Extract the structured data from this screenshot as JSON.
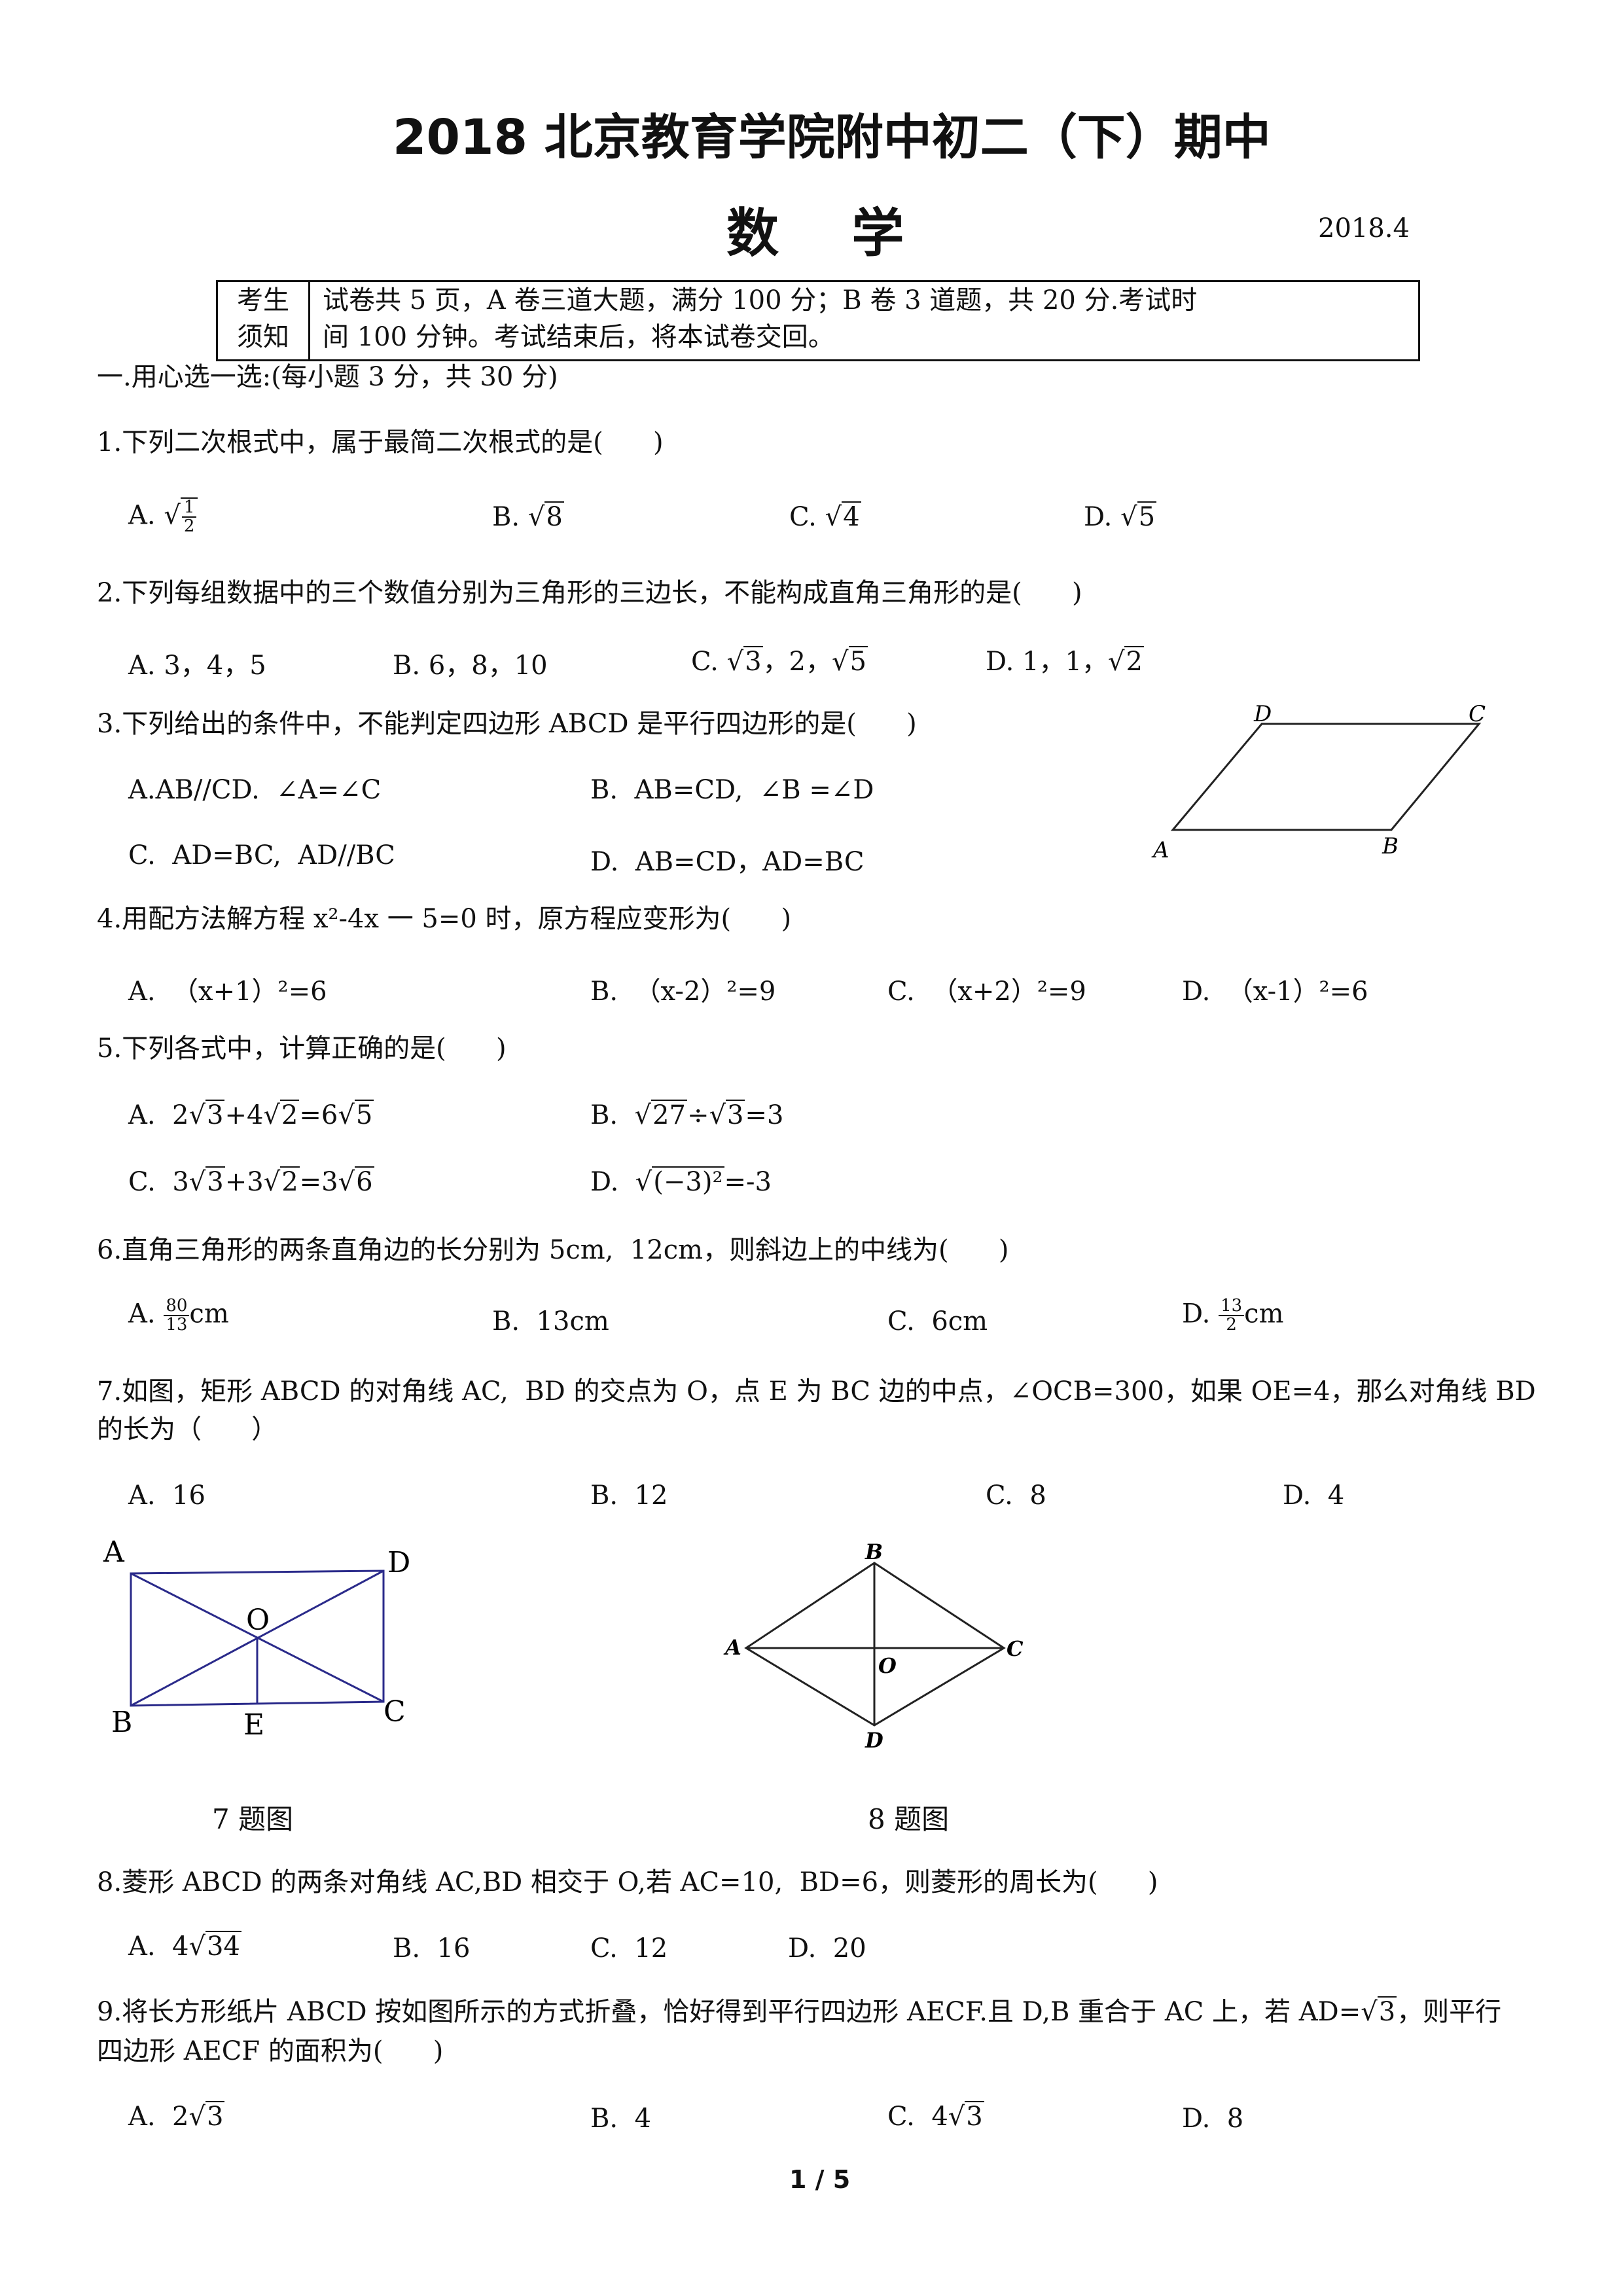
{
  "header": {
    "title": "2018 北京教育学院附中初二（下）期中",
    "subject": "数    学",
    "date": "2018.4"
  },
  "notice": {
    "label_line1": "考生",
    "label_line2": "须知",
    "text_line1": "试卷共 5 页，A 卷三道大题，满分 100 分；B 卷 3 道题，共 20 分.考试时",
    "text_line2": "间 100 分钟。考试结束后，将本试卷交回。"
  },
  "section1": {
    "heading": "一.用心选一选:(每小题 3 分，共 30 分)"
  },
  "questions": {
    "q1": {
      "stem": "1.下列二次根式中，属于最简二次根式的是(      )",
      "a_label": "A.",
      "a_num": "1",
      "a_den": "2",
      "b_label": "B.",
      "b_rad": "8",
      "c_label": "C.",
      "c_rad": "4",
      "d_label": "D.",
      "d_rad": "5"
    },
    "q2": {
      "stem": "2.下列每组数据中的三个数值分别为三角形的三边长，不能构成直角三角形的是(      )",
      "a": "A. 3，4，5",
      "b": "B. 6，8，10",
      "c_label": "C.",
      "c_rad1": "3",
      "c_mid": "，2，",
      "c_rad2": "5",
      "d_label": "D. 1，1，",
      "d_rad": "2"
    },
    "q3": {
      "stem": "3.下列给出的条件中，不能判定四边形 ABCD 是平行四边形的是(      )",
      "a": "A.AB//CD.  ∠A=∠C",
      "b": "B.  AB=CD,  ∠B =∠D",
      "c": "C.  AD=BC,  AD//BC",
      "d": "D.  AB=CD，AD=BC",
      "fig_A": "A",
      "fig_B": "B",
      "fig_C": "C",
      "fig_D": "D"
    },
    "q4": {
      "stem": "4.用配方法解方程 x²-4x 一 5=0 时，原方程应变形为(      )",
      "a": "A.  （x+1）²=6",
      "b": "B.  （x-2）²=9",
      "c": "C.  （x+2）²=9",
      "d": "D.  （x-1）²=6"
    },
    "q5": {
      "stem": "5.下列各式中，计算正确的是(      )",
      "a_pre": "A.  2",
      "a_r1": "3",
      "a_mid": "+4",
      "a_r2": "2",
      "a_eq": "=6",
      "a_r3": "5",
      "b_pre": "B.  ",
      "b_r1": "27",
      "b_mid": "÷",
      "b_r2": "3",
      "b_eq": "=3",
      "c_pre": "C.  3",
      "c_r1": "3",
      "c_mid": "+3",
      "c_r2": "2",
      "c_eq": "=3",
      "c_r3": "6",
      "d_pre": "D.  ",
      "d_r1": "(−3)²",
      "d_eq": "=-3"
    },
    "q6": {
      "stem": "6.直角三角形的两条直角边的长分别为 5cm,  12cm，则斜边上的中线为(      )",
      "a_label": "A.",
      "a_num": "80",
      "a_den": "13",
      "a_unit": "cm",
      "b": "B.  13cm",
      "c": "C.  6cm",
      "d_label": "D.",
      "d_num": "13",
      "d_den": "2",
      "d_unit": "cm"
    },
    "q7": {
      "stem1": "7.如图，矩形 ABCD 的对角线 AC,  BD 的交点为 O，点 E 为 BC 边的中点，∠OCB=300，如果 OE=4，那么对角线 BD",
      "stem2": "的长为（      ）",
      "a": "A.  16",
      "b": "B.  12",
      "c": "C.  8",
      "d": "D.  4",
      "fig_A": "A",
      "fig_B": "B",
      "fig_C": "C",
      "fig_D": "D",
      "fig_O": "O",
      "fig_E": "E",
      "caption": "7 题图"
    },
    "q8": {
      "fig_A": "A",
      "fig_B": "B",
      "fig_C": "C",
      "fig_D": "D",
      "fig_O": "O",
      "caption": "8 题图",
      "stem": "8.菱形 ABCD 的两条对角线 AC,BD 相交于 O,若 AC=10,  BD=6，则菱形的周长为(      )",
      "a_pre": "A.  4",
      "a_rad": "34",
      "b": "B.  16",
      "c": "C.  12",
      "d": "D.  20"
    },
    "q9": {
      "stem1_pre": "9.将长方形纸片 ABCD 按如图所示的方式折叠，恰好得到平行四边形 AECF.且 D,B 重合于 AC 上，若 AD=",
      "stem1_rad": "3",
      "stem1_post": "，则平行",
      "stem2": "四边形 AECF 的面积为(      )",
      "a_pre": "A.  2",
      "a_rad": "3",
      "b": "B.  4",
      "c_pre": "C.  4",
      "c_rad": "3",
      "d": "D.  8"
    }
  },
  "footer": {
    "page": "1 / 5"
  }
}
